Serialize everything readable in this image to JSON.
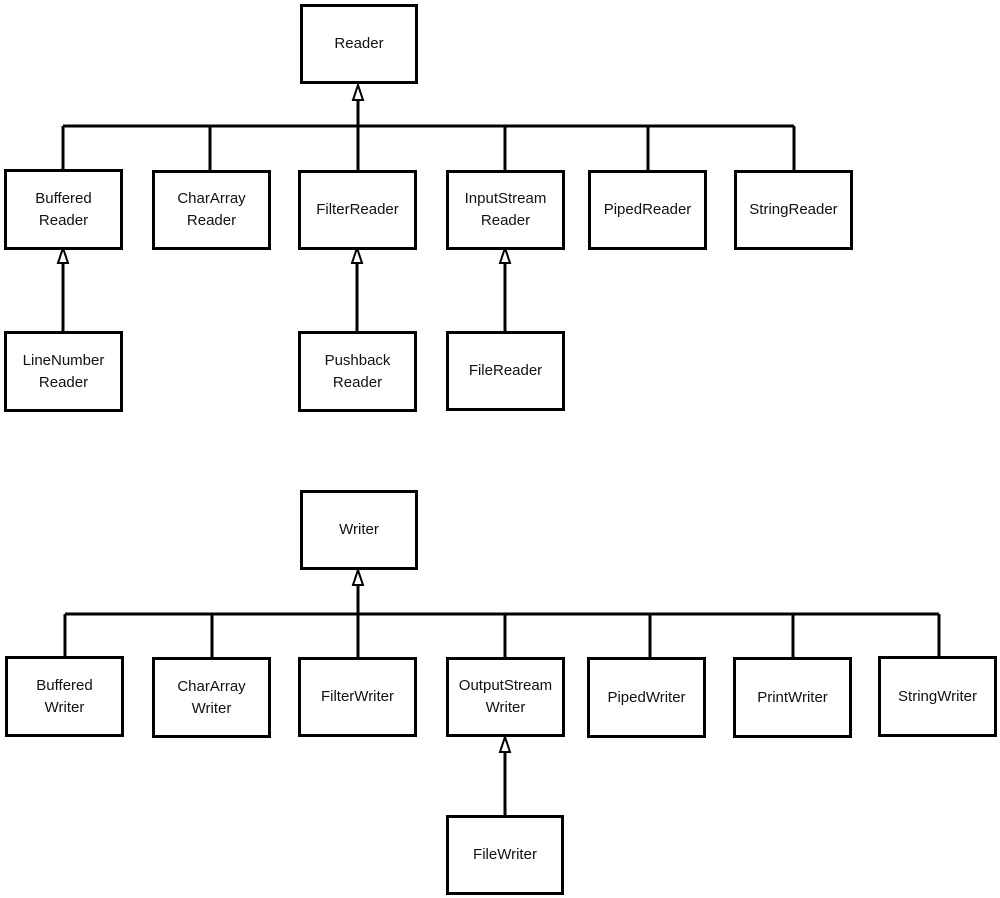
{
  "reader": {
    "root": "Reader",
    "buffered_reader": "Buffered\nReader",
    "chararray_reader": "CharArray\nReader",
    "filter_reader": "FilterReader",
    "inputstream_reader": "InputStream\nReader",
    "piped_reader": "PipedReader",
    "string_reader": "StringReader",
    "linenumber_reader": "LineNumber\nReader",
    "pushback_reader": "Pushback\nReader",
    "file_reader": "FileReader"
  },
  "writer": {
    "root": "Writer",
    "buffered_writer": "Buffered\nWriter",
    "chararray_writer": "CharArray\nWriter",
    "filter_writer": "FilterWriter",
    "outputstream_writer": "OutputStream\nWriter",
    "piped_writer": "PipedWriter",
    "print_writer": "PrintWriter",
    "string_writer": "StringWriter",
    "file_writer": "FileWriter"
  }
}
